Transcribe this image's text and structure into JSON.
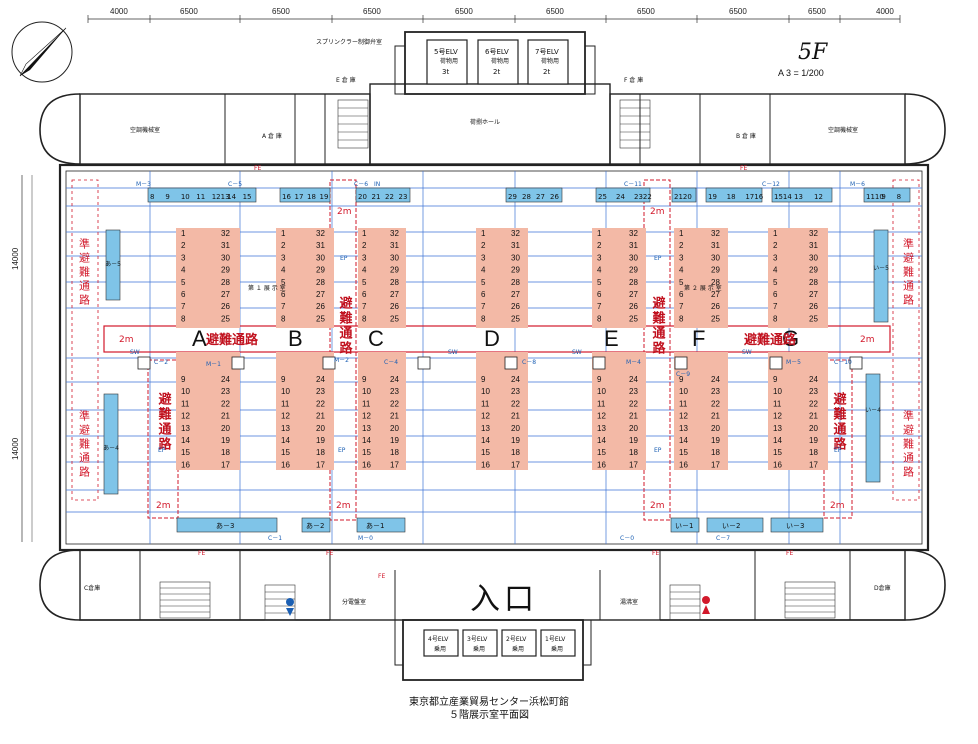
{
  "floor": "5F",
  "scale": "A 3 = 1/200",
  "entrance": "入口",
  "caption": [
    "東京都立産業貿易センター浜松町館",
    "５階展示室平面図"
  ],
  "top_dimensions": [
    "4000",
    "6500",
    "6500",
    "6500",
    "6500",
    "6500",
    "6500",
    "6500",
    "6500",
    "4000"
  ],
  "left_dimensions": [
    "14000",
    "14000"
  ],
  "rooms": {
    "elv_top": [
      {
        "name": "5号ELV",
        "sub": "荷物用",
        "cap": "3t"
      },
      {
        "name": "6号ELV",
        "sub": "荷物用",
        "cap": "2t"
      },
      {
        "name": "7号ELV",
        "sub": "荷物用",
        "cap": "2t"
      }
    ],
    "elv_bottom": [
      {
        "name": "4号ELV",
        "sub": "乗用"
      },
      {
        "name": "3号ELV",
        "sub": "乗用"
      },
      {
        "name": "2号ELV",
        "sub": "乗用"
      },
      {
        "name": "1号ELV",
        "sub": "乗用"
      }
    ],
    "sprinkler": "スプリンクラー制御弁室",
    "e_store": "E 倉 庫",
    "f_store": "F 倉 庫",
    "a_store": "A 倉 庫",
    "b_store": "B 倉 庫",
    "c_store": "C倉庫",
    "d_store": "D倉庫",
    "ac_left": "空調機械室",
    "ac_right": "空調機械室",
    "cargo_hall": "荷捌ホール",
    "switch_room": "分電盤室",
    "water_room": "湯沸室",
    "hall": "第 １ 展 示 室",
    "hall2": "第 ２ 展 示 室"
  },
  "blocks": [
    {
      "label": "A",
      "left": [
        "1",
        "2",
        "3",
        "4",
        "5",
        "6",
        "7",
        "8"
      ],
      "right": [
        "32",
        "31",
        "30",
        "29",
        "28",
        "27",
        "26",
        "25"
      ],
      "left2": [
        "9",
        "10",
        "11",
        "12",
        "13",
        "14",
        "15",
        "16"
      ],
      "right2": [
        "24",
        "23",
        "22",
        "21",
        "20",
        "19",
        "18",
        "17"
      ]
    },
    {
      "label": "B",
      "left": [
        "1",
        "2",
        "3",
        "4",
        "5",
        "6",
        "7",
        "8"
      ],
      "right": [
        "32",
        "31",
        "30",
        "29",
        "28",
        "27",
        "26",
        "25"
      ],
      "left2": [
        "9",
        "10",
        "11",
        "12",
        "13",
        "14",
        "15",
        "16"
      ],
      "right2": [
        "24",
        "23",
        "22",
        "21",
        "20",
        "19",
        "18",
        "17"
      ]
    },
    {
      "label": "C",
      "left": [
        "1",
        "2",
        "3",
        "4",
        "5",
        "6",
        "7",
        "8"
      ],
      "right": [
        "32",
        "31",
        "30",
        "29",
        "28",
        "27",
        "26",
        "25"
      ],
      "left2": [
        "9",
        "10",
        "11",
        "12",
        "13",
        "14",
        "15",
        "16"
      ],
      "right2": [
        "24",
        "23",
        "22",
        "21",
        "20",
        "19",
        "18",
        "17"
      ]
    },
    {
      "label": "D",
      "left": [
        "1",
        "2",
        "3",
        "4",
        "5",
        "6",
        "7",
        "8"
      ],
      "right": [
        "32",
        "31",
        "30",
        "29",
        "28",
        "27",
        "26",
        "25"
      ],
      "left2": [
        "9",
        "10",
        "11",
        "12",
        "13",
        "14",
        "15",
        "16"
      ],
      "right2": [
        "24",
        "23",
        "22",
        "21",
        "20",
        "19",
        "18",
        "17"
      ]
    },
    {
      "label": "E",
      "left": [
        "1",
        "2",
        "3",
        "4",
        "5",
        "6",
        "7",
        "8"
      ],
      "right": [
        "32",
        "31",
        "30",
        "29",
        "28",
        "27",
        "26",
        "25"
      ],
      "left2": [
        "9",
        "10",
        "11",
        "12",
        "13",
        "14",
        "15",
        "16"
      ],
      "right2": [
        "24",
        "23",
        "22",
        "21",
        "20",
        "19",
        "18",
        "17"
      ]
    },
    {
      "label": "F",
      "left": [
        "1",
        "2",
        "3",
        "4",
        "5",
        "6",
        "7",
        "8"
      ],
      "right": [
        "32",
        "31",
        "30",
        "29",
        "28",
        "27",
        "26",
        "25"
      ],
      "left2": [
        "9",
        "10",
        "11",
        "12",
        "13",
        "14",
        "15",
        "16"
      ],
      "right2": [
        "24",
        "23",
        "22",
        "21",
        "20",
        "19",
        "18",
        "17"
      ]
    },
    {
      "label": "G",
      "left": [
        "1",
        "2",
        "3",
        "4",
        "5",
        "6",
        "7",
        "8"
      ],
      "right": [
        "32",
        "31",
        "30",
        "29",
        "28",
        "27",
        "26",
        "25"
      ],
      "left2": [
        "9",
        "10",
        "11",
        "12",
        "13",
        "14",
        "15",
        "16"
      ],
      "right2": [
        "24",
        "23",
        "22",
        "21",
        "20",
        "19",
        "18",
        "17"
      ]
    }
  ],
  "top_booths": [
    [
      "8",
      "9",
      "10",
      "11",
      "1213",
      "14",
      "15"
    ],
    [
      "16",
      "17",
      "18",
      "19"
    ],
    [
      "20",
      "21",
      "22",
      "23"
    ],
    [
      "29",
      "28",
      "27",
      "26"
    ],
    [
      "25",
      "24",
      "2322"
    ],
    [
      "2120"
    ],
    [
      "19",
      "18",
      "1716"
    ],
    [
      "1514",
      "13",
      "12"
    ],
    [
      "1110",
      "9",
      "8"
    ]
  ],
  "bottom_booths": [
    "あ－3",
    "あ－2",
    "あ－1",
    "い－1",
    "い－2",
    "い－3"
  ],
  "side_booths": [
    "あ－5",
    "あ－4",
    "い－5",
    "い－4"
  ],
  "evac_route": "避難通路",
  "semi_evac": "準避難通路",
  "two_m": "2m",
  "tags": [
    "M－3",
    "C－5",
    "C－6",
    "IN",
    "C－11",
    "C－12",
    "M－6",
    "C－2",
    "M－1",
    "M－2",
    "C－4",
    "C－8",
    "M－4",
    "C－9",
    "M－5",
    "C－10",
    "C－1",
    "M－0",
    "C－0",
    "C－7",
    "EP",
    "FE",
    "SW",
    "C/W",
    "IN"
  ],
  "colors": {
    "booth": "#f3b9a6",
    "evac": "#c1121f",
    "blue_booth": "#7fc4e8",
    "grid": "#3d73d6"
  }
}
